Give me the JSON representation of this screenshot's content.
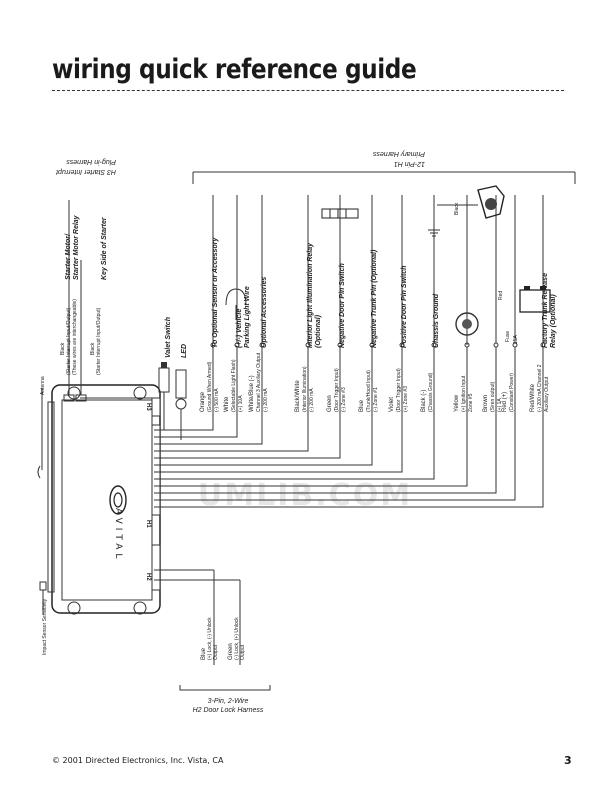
{
  "title": "wiring quick reference guide",
  "footer": {
    "copyright": "© 2001 Directed Electronics, Inc. Vista, CA",
    "page_number": "3"
  },
  "unit": {
    "brand": "AVITAL",
    "h1": "H1",
    "h2": "H2",
    "h3": "H3",
    "antenna": "Antenna",
    "impact_sensor": "Impact Sensor Sensitivity"
  },
  "h3_harness": {
    "title_line1": "H3 Starter Interrupt",
    "title_line2": "Plug-in Harness",
    "wires": [
      {
        "label": "Black",
        "desc1": "(Starter Interrupt Input/Output)",
        "desc2": "(These wires are interchangeable)",
        "dest1": "Starter Motor/",
        "dest2": "Starter Motor Relay"
      },
      {
        "label": "Black",
        "desc1": "(Starter Interrupt Input/Output)",
        "desc2": "",
        "dest1": "Key Side of Starter",
        "dest2": ""
      }
    ]
  },
  "valet": {
    "switch": "Valet Switch",
    "led": "LED"
  },
  "h1_harness": {
    "title_line1": "12-Pin H1",
    "title_line2": "Primary Harness",
    "wires": [
      {
        "color": "Orange",
        "desc1": "(Ground When Armed)",
        "desc2": "(-) 500 mA",
        "dest1": "To Optional Sensor or Accessory",
        "dest2": ""
      },
      {
        "color": "White",
        "desc1": "(Selectable Light Flash)",
        "desc2": "(+) 10A",
        "dest1": "(+/-) Vehicle",
        "dest2": "Parking Light Wire"
      },
      {
        "color": "White/Blue (-)",
        "desc1": "Channel 3 Auxiliary Output",
        "desc2": "(-) 200 mA",
        "dest1": "Optional Accessories",
        "dest2": ""
      },
      {
        "color": "Black/White",
        "desc1": "(Interior Illumination)",
        "desc2": "(-) 200 mA",
        "dest1": "Interior Light Illumination Relay",
        "dest2": "(Optional)"
      },
      {
        "color": "Green",
        "desc1": "(Door Trigger Input)",
        "desc2": "(-) Zone #3",
        "dest1": "Negative Door Pin Switch",
        "dest2": ""
      },
      {
        "color": "Blue",
        "desc1": "(Trunk/Hood Input)",
        "desc2": "(-) Zone #1",
        "dest1": "Negative Trunk Pin (Optional)",
        "dest2": ""
      },
      {
        "color": "Violet",
        "desc1": "(Door Trigger Input)",
        "desc2": "(+) Zone #3",
        "dest1": "Positive Door Pin Switch",
        "dest2": ""
      },
      {
        "color": "Black (-)",
        "desc1": "(Chassis Ground)",
        "desc2": "",
        "dest1": "Chassis Ground",
        "dest2": ""
      },
      {
        "color": "Yellow",
        "desc1": "(+) Ignition Input",
        "desc2": "Zone #5",
        "dest1": "",
        "dest2": ""
      },
      {
        "color": "Brown",
        "desc1": "(Siren output)",
        "desc2": "(+) 1A",
        "dest1": "",
        "dest2": ""
      },
      {
        "color": "Red (+)",
        "desc1": "(Constant Power)",
        "desc2": "",
        "dest1": "",
        "dest2": ""
      },
      {
        "color": "Red/White",
        "desc1": "(-) 200 mA Channel 2",
        "desc2": "Auxiliary Output",
        "dest1": "Factory Trunk Release",
        "dest2": "Relay (Optional)"
      }
    ],
    "misc": {
      "fuse": "Fuse",
      "fuse_rating": "15A",
      "red": "Red",
      "black": "Black"
    }
  },
  "h2_harness": {
    "title_line1": "3-Pin, 2-Wire",
    "title_line2": "H2 Door Lock Harness",
    "wires": [
      {
        "color": "Blue",
        "desc1": "(+) Lock, (-) Unlock",
        "desc2": "Output"
      },
      {
        "color": "Green",
        "desc1": "(-) Lock, (+) Unlock",
        "desc2": "Output"
      }
    ]
  },
  "watermark": "UMLIB.COM"
}
